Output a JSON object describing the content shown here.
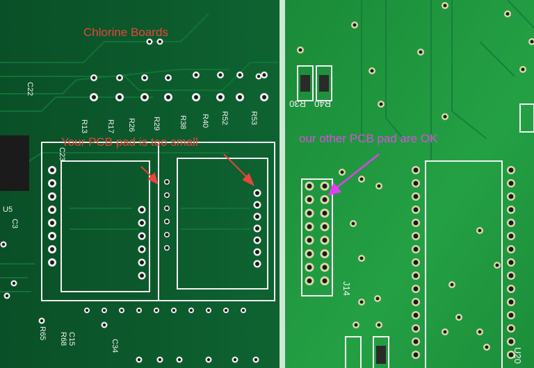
{
  "annotations": {
    "title": "Chlorine Boards",
    "left_note": "Your PCB pad is too small",
    "right_note": "our other PCB pad are OK"
  },
  "colors": {
    "left_board": "#0b5a2c",
    "right_board": "#1f8f3c",
    "silkscreen": "#f2f2f2",
    "red_note": "#e8453c",
    "magenta_note": "#d94fe0"
  },
  "left_board": {
    "labels": [
      "C22",
      "R13",
      "R17",
      "R26",
      "R29",
      "R38",
      "R40",
      "R52",
      "R53",
      "C23",
      "U5",
      "C3",
      "R65",
      "C15",
      "R68",
      "C34"
    ]
  },
  "right_board": {
    "labels": [
      "R40",
      "R30",
      "J14",
      "U20"
    ]
  }
}
